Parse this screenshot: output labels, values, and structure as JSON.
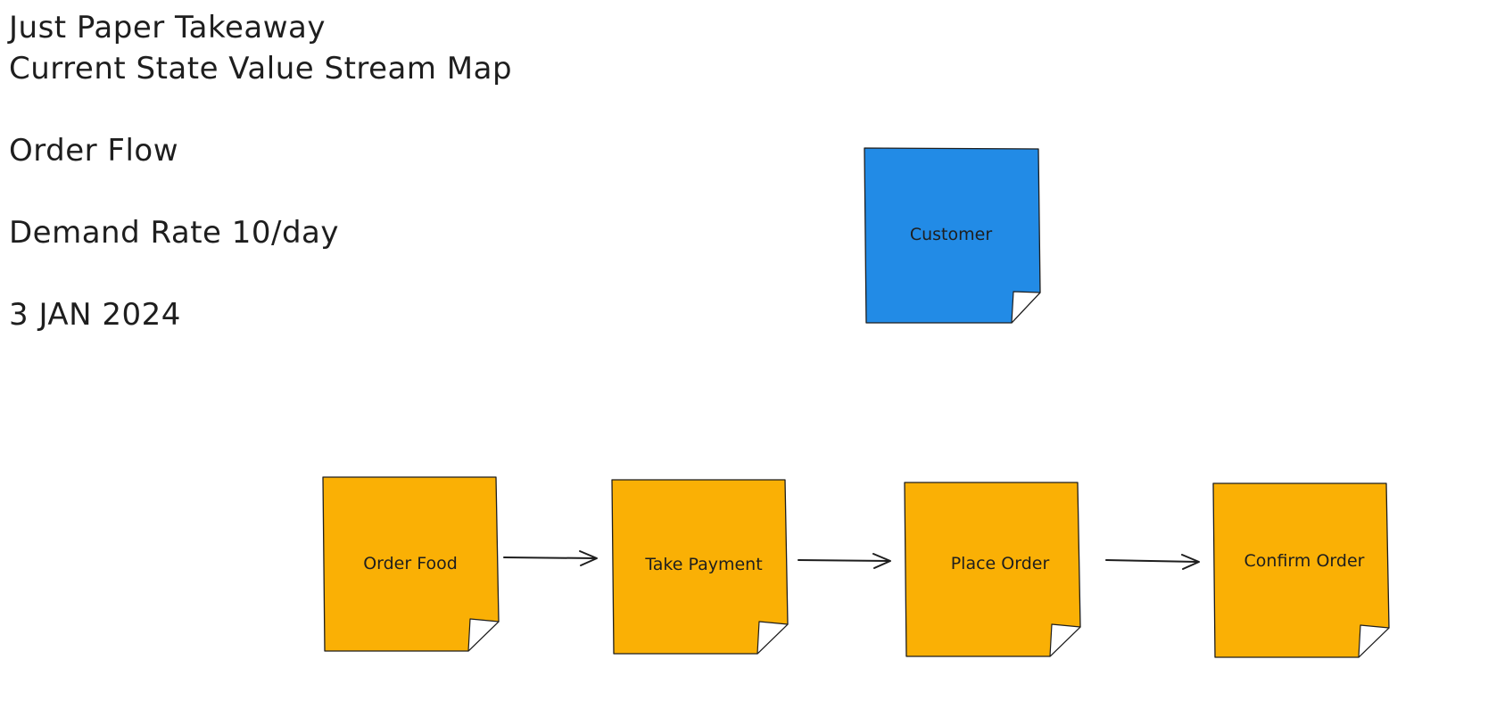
{
  "header": {
    "line1": "Just Paper Takeaway",
    "line2": "Current State Value Stream Map",
    "line3": "Order Flow",
    "line4": "Demand Rate 10/day",
    "line5": "3 JAN 2024"
  },
  "customer": {
    "label": "Customer",
    "color": "#228be6"
  },
  "process_color": "#fab005",
  "processes": [
    {
      "label": "Order Food"
    },
    {
      "label": "Take Payment"
    },
    {
      "label": "Place Order"
    },
    {
      "label": "Confirm Order"
    }
  ],
  "flow": [
    {
      "from": "Order Food",
      "to": "Take Payment"
    },
    {
      "from": "Take Payment",
      "to": "Place Order"
    },
    {
      "from": "Place Order",
      "to": "Confirm Order"
    }
  ]
}
